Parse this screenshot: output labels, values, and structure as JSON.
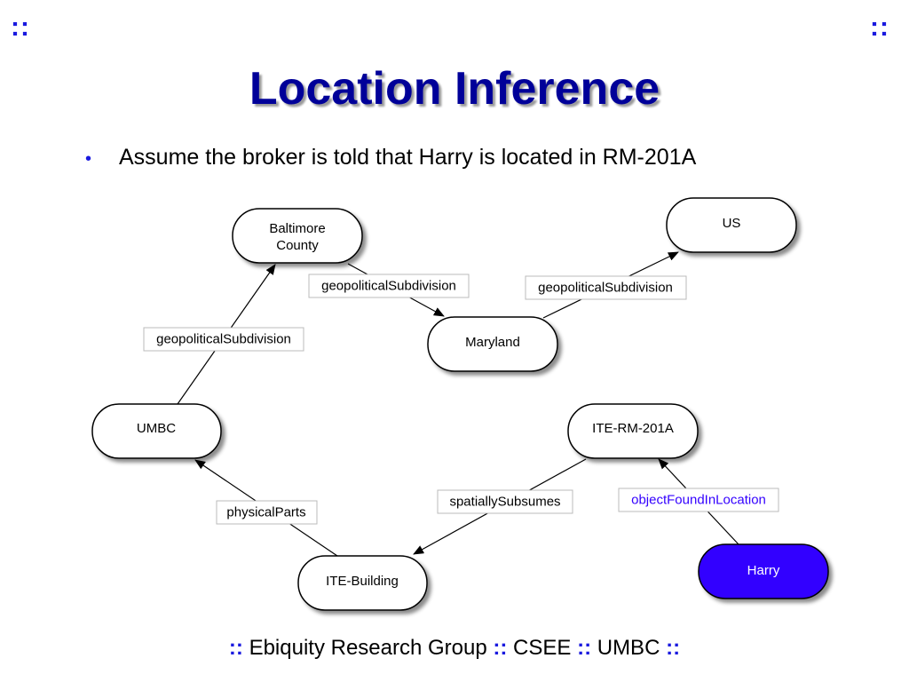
{
  "header": {
    "corner_left": "::",
    "corner_right": "::",
    "title": "Location Inference"
  },
  "bullet": "Assume the broker is told that Harry is located in RM-201A",
  "diagram": {
    "nodes": {
      "baltimore_line1": "Baltimore",
      "baltimore_line2": "County",
      "us": "US",
      "maryland": "Maryland",
      "umbc": "UMBC",
      "ite_rm": "ITE-RM-201A",
      "ite_building": "ITE-Building",
      "harry": "Harry"
    },
    "edges": {
      "baltimore_maryland": "geopoliticalSubdivision",
      "maryland_us": "geopoliticalSubdivision",
      "umbc_baltimore": "geopoliticalSubdivision",
      "building_umbc": "physicalParts",
      "rm_building": "spatiallySubsumes",
      "harry_rm": "objectFoundInLocation"
    },
    "colors": {
      "harry_fill": "#3300ff",
      "highlight_edge_text": "#3300ff",
      "node_fill": "#ffffff"
    }
  },
  "footer": {
    "sep1": "::",
    "part1": "Ebiquity Research Group",
    "sep2": "::",
    "part2": "CSEE",
    "sep3": "::",
    "part3": "UMBC",
    "sep4": "::"
  }
}
